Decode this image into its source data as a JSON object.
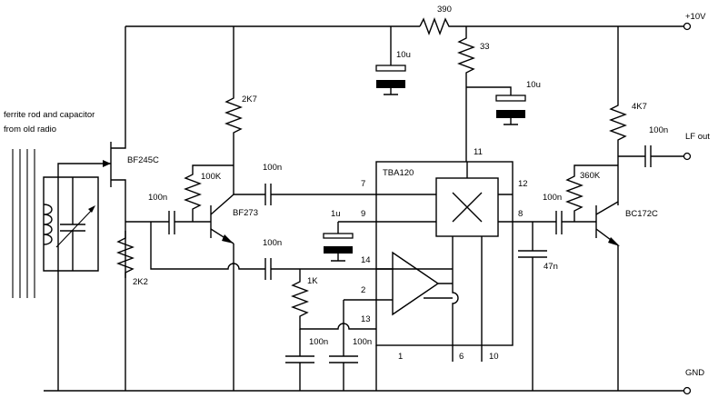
{
  "rails": {
    "supply": "+10V",
    "ground": "GND",
    "output": "LF out"
  },
  "antenna": {
    "note_line1": "ferrite rod and capacitor",
    "note_line2": "from old radio"
  },
  "transistors": {
    "q1": "BF245C",
    "q2": "BF273",
    "q3": "BC172C"
  },
  "ic": {
    "name": "TBA120",
    "pins": {
      "p1": "1",
      "p2": "2",
      "p6": "6",
      "p7": "7",
      "p8": "8",
      "p9": "9",
      "p10": "10",
      "p11": "11",
      "p12": "12",
      "p13": "13",
      "p14": "14"
    }
  },
  "resistors": {
    "r_top": "390",
    "r_33": "33",
    "r_2k7": "2K7",
    "r_100k": "100K",
    "r_2k2": "2K2",
    "r_1k": "1K",
    "r_4k7": "4K7",
    "r_360k": "360K"
  },
  "capacitors": {
    "c_10u_a": "10u",
    "c_10u_b": "10u",
    "c_100n_in": "100n",
    "c_100n_p7": "100n",
    "c_100n_p14": "100n",
    "c_1u": "1u",
    "c_100n_gnd_a": "100n",
    "c_100n_gnd_b": "100n",
    "c_47n": "47n",
    "c_100n_out_in": "100n",
    "c_100n_out": "100n"
  }
}
